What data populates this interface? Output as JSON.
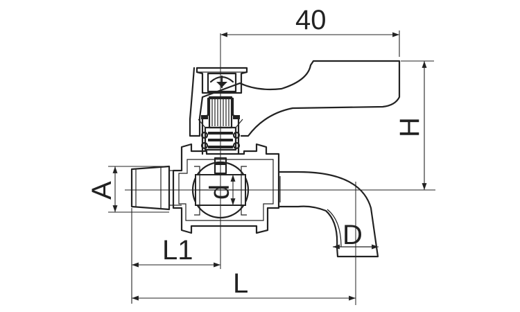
{
  "diagram": {
    "labels": {
      "width_top": "40",
      "height": "H",
      "inlet_dia": "A",
      "bore_dia": "d",
      "spout_dia": "D",
      "thread_len": "L1",
      "overall_len": "L"
    },
    "colors": {
      "line": "#222222",
      "background": "#ffffff"
    }
  }
}
